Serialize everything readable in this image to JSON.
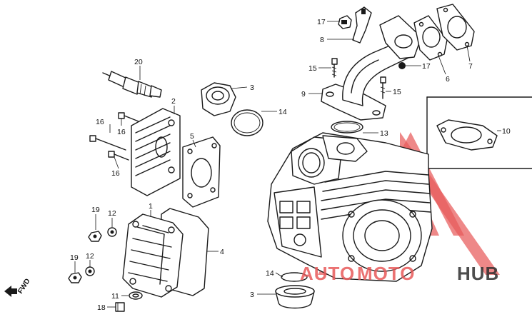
{
  "callouts": [
    {
      "id": "c17a",
      "text": "17"
    },
    {
      "id": "c8",
      "text": "8"
    },
    {
      "id": "c15a",
      "text": "15"
    },
    {
      "id": "c17b",
      "text": "17"
    },
    {
      "id": "c6",
      "text": "6"
    },
    {
      "id": "c7",
      "text": "7"
    },
    {
      "id": "c9",
      "text": "9"
    },
    {
      "id": "c15b",
      "text": "15"
    },
    {
      "id": "c20",
      "text": "20"
    },
    {
      "id": "c3a",
      "text": "3"
    },
    {
      "id": "c2",
      "text": "2"
    },
    {
      "id": "c14a",
      "text": "14"
    },
    {
      "id": "c16a",
      "text": "16"
    },
    {
      "id": "c16b",
      "text": "16"
    },
    {
      "id": "c16c",
      "text": "16"
    },
    {
      "id": "c5",
      "text": "5"
    },
    {
      "id": "c10",
      "text": "10"
    },
    {
      "id": "c13",
      "text": "13"
    },
    {
      "id": "c19a",
      "text": "19"
    },
    {
      "id": "c12a",
      "text": "12"
    },
    {
      "id": "c1",
      "text": "1"
    },
    {
      "id": "c4",
      "text": "4"
    },
    {
      "id": "c19b",
      "text": "19"
    },
    {
      "id": "c12b",
      "text": "12"
    },
    {
      "id": "c14b",
      "text": "14"
    },
    {
      "id": "c3b",
      "text": "3"
    },
    {
      "id": "c11",
      "text": "11"
    },
    {
      "id": "c18",
      "text": "18"
    }
  ],
  "fwd_label": "FWD",
  "watermark": {
    "part1": "AUTO",
    "part2": "MOTO",
    "part3": "HUB",
    "color_red": "#e85a5a",
    "color_dark": "#2f2f2f"
  }
}
